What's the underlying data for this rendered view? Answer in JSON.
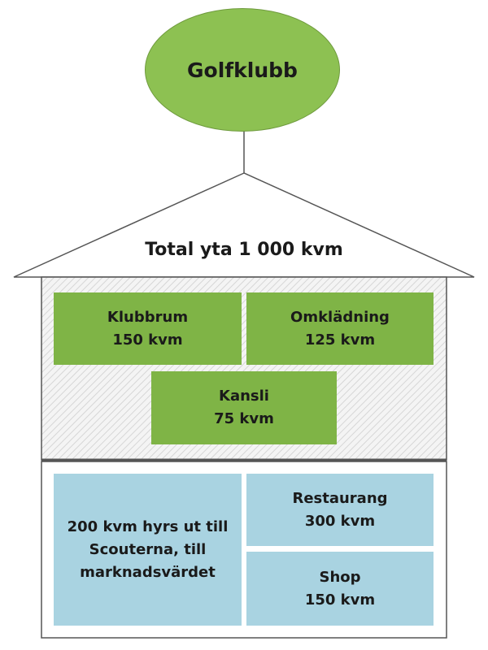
{
  "title": "Golfklubb",
  "total": "Total yta 1 000 kvm",
  "upper_floor": [
    {
      "name": "Klubbrum",
      "area": "150 kvm"
    },
    {
      "name": "Omklädning",
      "area": "125 kvm"
    },
    {
      "name": "Kansli",
      "area": "75 kvm"
    }
  ],
  "lower_floor": {
    "rented": [
      "200 kvm hyrs ut till",
      "Scouterna, till",
      "marknadsvärdet"
    ],
    "restaurant": {
      "name": "Restaurang",
      "area": "300 kvm"
    },
    "shop": {
      "name": "Shop",
      "area": "150 kvm"
    }
  },
  "colors": {
    "green_box": "#7fb446",
    "green_oval": "#8dc152",
    "blue_box": "#a9d3e1"
  }
}
